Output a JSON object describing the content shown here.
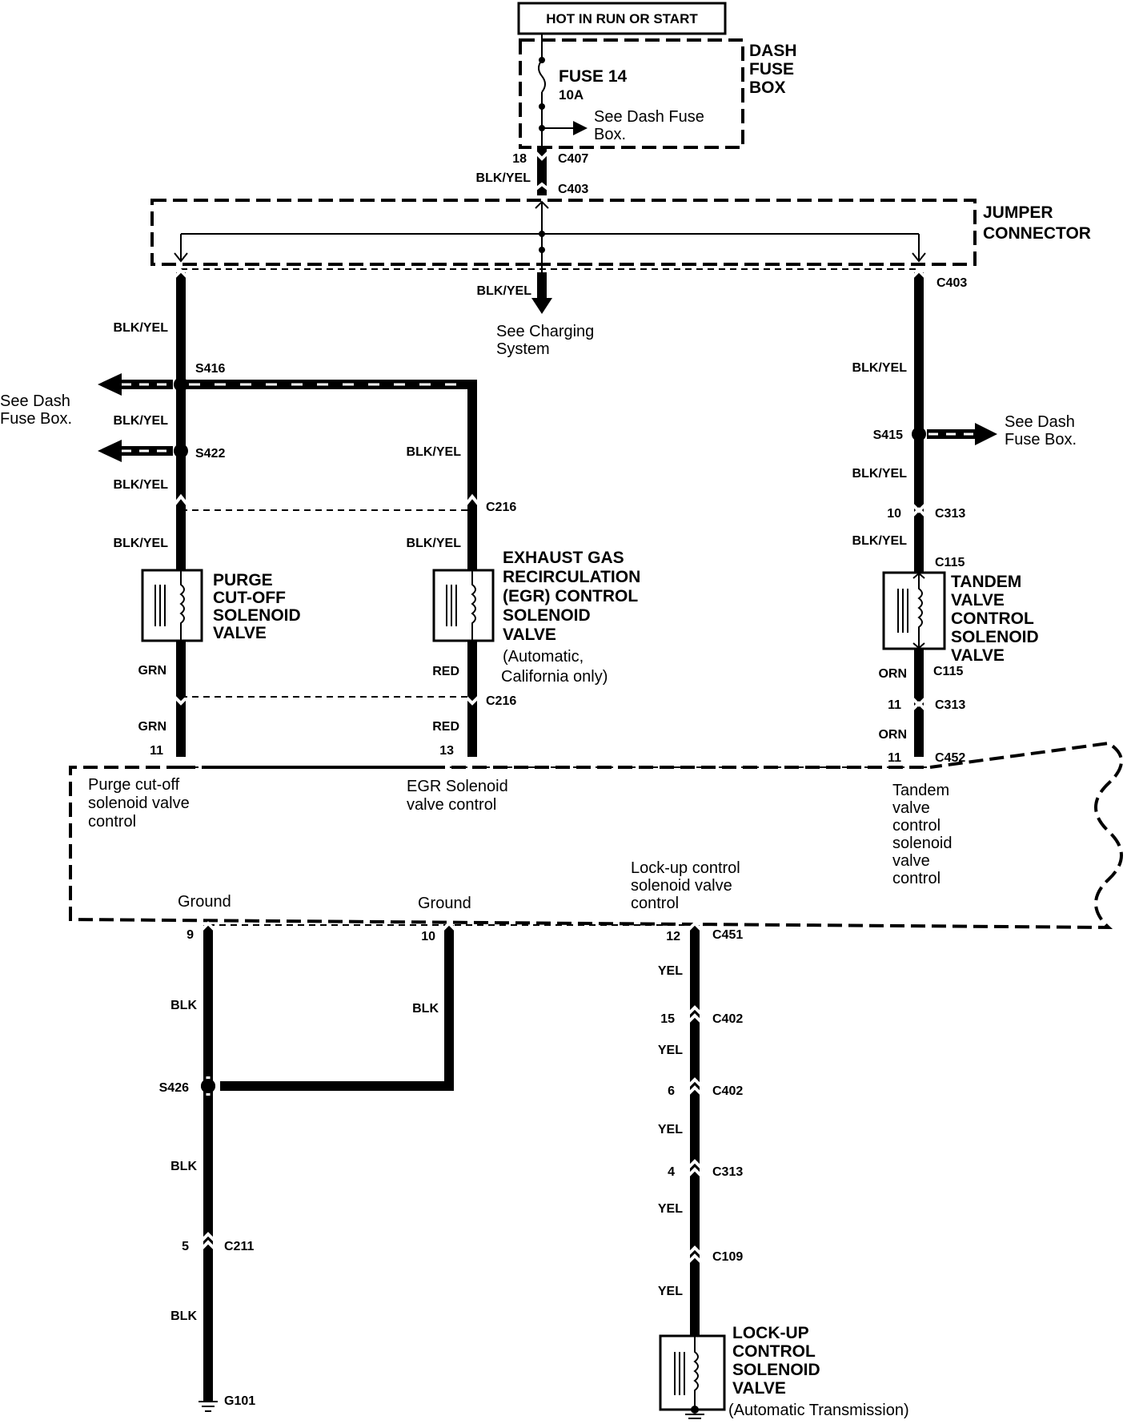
{
  "power": {
    "header": "HOT IN RUN OR START"
  },
  "fuse_box": {
    "label_line1": "DASH",
    "label_line2": "FUSE",
    "label_line3": "BOX",
    "fuse_name": "FUSE 14",
    "fuse_rating": "10A",
    "see_line1": "See Dash Fuse",
    "see_line2": "Box."
  },
  "jumper": {
    "label_line1": "JUMPER",
    "label_line2": "CONNECTOR"
  },
  "connectors": {
    "c407": "C407",
    "c407_pin": "18",
    "c403_top": "C403",
    "c403_right": "C403",
    "c216_top": "C216",
    "c216_bottom": "C216",
    "c313_top": "C313",
    "c313_top_pin": "10",
    "c115_top": "C115",
    "c115_bottom": "C115",
    "c313_mid": "C313",
    "c313_mid_pin": "11",
    "c452": "C452",
    "c452_pin": "11",
    "pcm_pin_11": "11",
    "pcm_pin_13": "13",
    "pcm_pin_9": "9",
    "pcm_pin_10": "10",
    "c451": "C451",
    "c451_pin": "12",
    "c402_a": "C402",
    "c402_a_pin": "15",
    "c402_b": "C402",
    "c402_b_pin": "6",
    "c313_low": "C313",
    "c313_low_pin": "4",
    "c109": "C109",
    "c211": "C211",
    "c211_pin": "5"
  },
  "splices": {
    "s416": "S416",
    "s422": "S422",
    "s415": "S415",
    "s426": "S426"
  },
  "ground": {
    "g101": "G101"
  },
  "wires": {
    "blk_yel": "BLK/YEL",
    "grn": "GRN",
    "red": "RED",
    "orn": "ORN",
    "blk": "BLK",
    "yel": "YEL"
  },
  "notes": {
    "see_charging_1": "See Charging",
    "see_charging_2": "System",
    "see_dash_left_1": "See Dash",
    "see_dash_left_2": "Fuse Box.",
    "see_dash_right_1": "See Dash",
    "see_dash_right_2": "Fuse Box."
  },
  "components": {
    "purge": [
      "PURGE",
      "CUT-OFF",
      "SOLENOID",
      "VALVE"
    ],
    "egr": [
      "EXHAUST GAS",
      "RECIRCULATION",
      "(EGR) CONTROL",
      "SOLENOID",
      "VALVE"
    ],
    "egr_note": [
      "(Automatic,",
      "California only)"
    ],
    "tandem": [
      "TANDEM",
      "VALVE",
      "CONTROL",
      "SOLENOID",
      "VALVE"
    ],
    "lockup": [
      "LOCK-UP",
      "CONTROL",
      "SOLENOID",
      "VALVE"
    ],
    "lockup_note": "(Automatic Transmission)"
  },
  "pcm_labels": {
    "purge": [
      "Purge cut-off",
      "solenoid valve",
      "control"
    ],
    "egr": [
      "EGR Solenoid",
      "valve control"
    ],
    "tandem": [
      "Tandem",
      "valve",
      "control",
      "solenoid",
      "valve",
      "control"
    ],
    "lockup": [
      "Lock-up control",
      "solenoid valve",
      "control"
    ],
    "ground_1": "Ground",
    "ground_2": "Ground"
  }
}
